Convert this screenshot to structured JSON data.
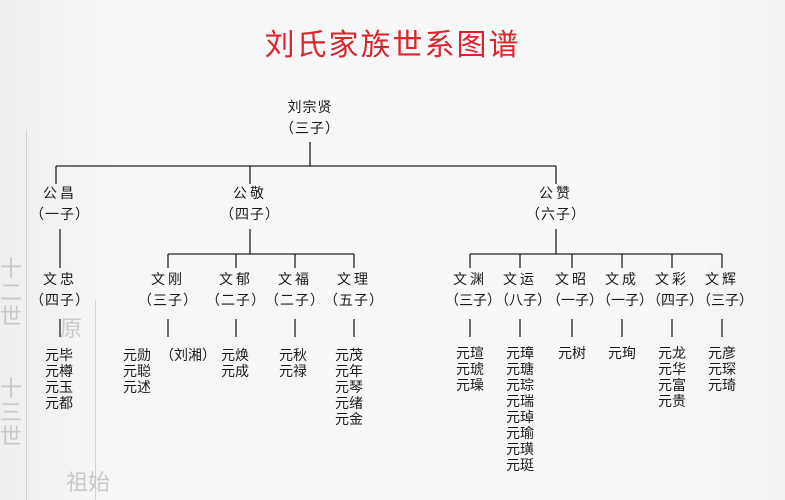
{
  "title": "刘氏家族世系图谱",
  "root": {
    "name": "刘宗贤",
    "count": "（三子）"
  },
  "gen2": [
    {
      "name": "公昌",
      "count": "（一子）"
    },
    {
      "name": "公敬",
      "count": "（四子）"
    },
    {
      "name": "公赞",
      "count": "（六子）"
    }
  ],
  "gen3": [
    {
      "name": "文忠",
      "count": "（四子）",
      "children": [
        "元毕",
        "元樽",
        "元玉",
        "元都"
      ]
    },
    {
      "name": "文刚",
      "count": "（三子）",
      "children": [
        "元勋",
        "元聪",
        "元述"
      ]
    },
    {
      "name": "文郁",
      "count": "（二子）",
      "children": [
        "元焕",
        "元成"
      ]
    },
    {
      "name": "文福",
      "count": "（二子）",
      "children": [
        "元秋",
        "元禄"
      ]
    },
    {
      "name": "文理",
      "count": "（五子）",
      "children": [
        "元茂",
        "元年",
        "元琴",
        "元绪",
        "元金"
      ]
    },
    {
      "name": "文渊",
      "count": "（三子）",
      "children": [
        "元瑄",
        "元琥",
        "元璪"
      ]
    },
    {
      "name": "文运",
      "count": "（八子）",
      "children": [
        "元璋",
        "元瑭",
        "元琮",
        "元瑞",
        "元琸",
        "元瑜",
        "元璜",
        "元珽"
      ]
    },
    {
      "name": "文昭",
      "count": "（一子）",
      "children": [
        "元树"
      ]
    },
    {
      "name": "文成",
      "count": "（一子）",
      "children": [
        "元珣"
      ]
    },
    {
      "name": "文彩",
      "count": "（四子）",
      "children": [
        "元龙",
        "元华",
        "元富",
        "元贵"
      ]
    },
    {
      "name": "文辉",
      "count": "（三子）",
      "children": [
        "元彦",
        "元琛",
        "元琦"
      ]
    }
  ],
  "side_note": "（刘湘）",
  "background_marks": [
    "十二世",
    "十三世",
    "原",
    "祖始"
  ]
}
